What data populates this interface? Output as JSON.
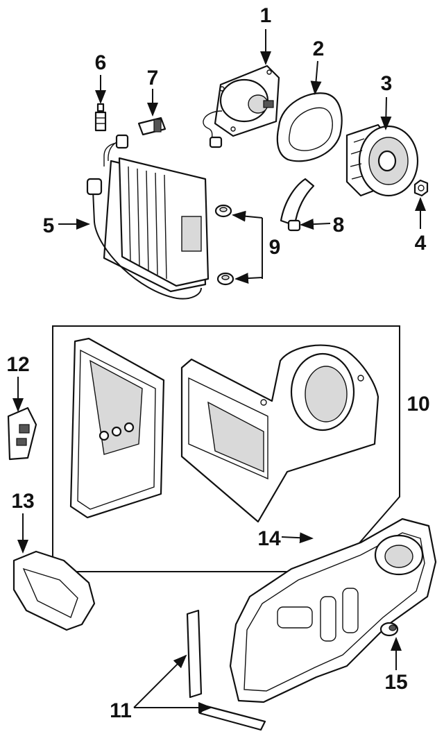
{
  "callouts": {
    "c1": "1",
    "c2": "2",
    "c3": "3",
    "c4": "4",
    "c5": "5",
    "c6": "6",
    "c7": "7",
    "c8": "8",
    "c9": "9",
    "c10": "10",
    "c11": "11",
    "c12": "12",
    "c13": "13",
    "c14": "14",
    "c15": "15"
  },
  "colors": {
    "ink": "#111111",
    "background": "#ffffff"
  }
}
